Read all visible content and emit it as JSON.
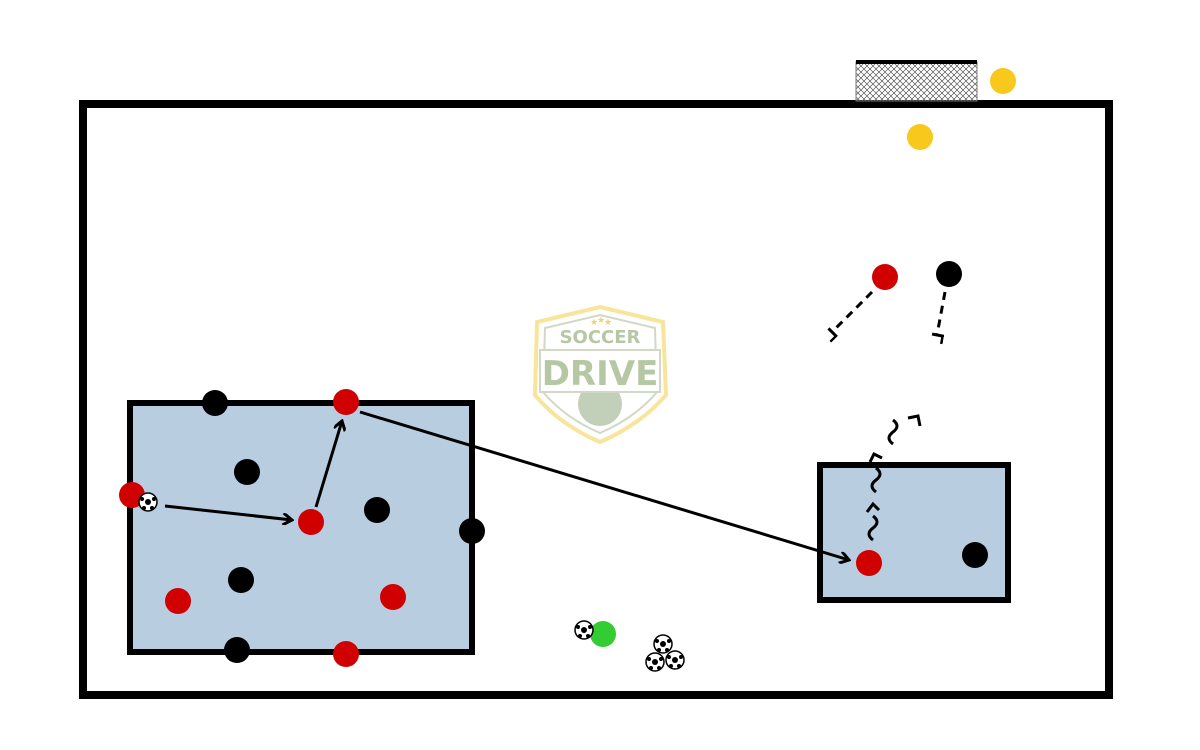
{
  "logo": {
    "top_text": "SOCCER",
    "main_text": "DRIVE"
  },
  "colors": {
    "pitch_line": "#000000",
    "grid_fill": "#b8cde0",
    "team_red": "#d10000",
    "team_black": "#000000",
    "goalkeeper_yellow": "#f8c81c",
    "coach_green": "#33cc33",
    "logo_green": "#a9bf93",
    "logo_gold": "#f7e08a"
  },
  "counts": {
    "red_players": 8,
    "black_players": 8,
    "yellow_players": 2,
    "green_players": 1,
    "balls": 5
  }
}
